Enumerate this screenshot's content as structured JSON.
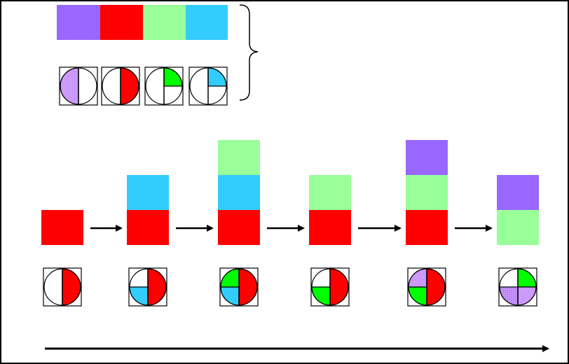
{
  "colors": {
    "purple": "#9966ff",
    "red": "#ff0000",
    "green": "#99ff99",
    "cyan": "#33ccff",
    "light_purple": "#cc99ff",
    "bright_green": "#00ff00",
    "white": "#ffffff",
    "black": "#000000"
  },
  "legend": {
    "swatches": [
      "purple",
      "red",
      "green",
      "cyan"
    ],
    "pies": [
      {
        "slices": [
          {
            "sector": "left-half",
            "color": "light_purple"
          }
        ]
      },
      {
        "slices": [
          {
            "sector": "right-half",
            "color": "red"
          }
        ]
      },
      {
        "slices": [
          {
            "sector": "top-right-quarter",
            "color": "bright_green"
          }
        ]
      },
      {
        "slices": [
          {
            "sector": "top-right-quarter",
            "color": "cyan"
          }
        ]
      }
    ]
  },
  "sequence": [
    {
      "stack": [
        "red"
      ],
      "pie": [
        {
          "sector": "right-half",
          "color": "red"
        }
      ]
    },
    {
      "stack": [
        "red",
        "cyan"
      ],
      "pie": [
        {
          "sector": "right-half",
          "color": "red"
        },
        {
          "sector": "bottom-left-quarter",
          "color": "cyan"
        }
      ]
    },
    {
      "stack": [
        "red",
        "cyan",
        "green"
      ],
      "pie": [
        {
          "sector": "right-half",
          "color": "red"
        },
        {
          "sector": "bottom-left-quarter",
          "color": "cyan"
        },
        {
          "sector": "top-left-quarter",
          "color": "bright_green"
        }
      ]
    },
    {
      "stack": [
        "red",
        "green"
      ],
      "pie": [
        {
          "sector": "right-half",
          "color": "red"
        },
        {
          "sector": "bottom-left-quarter",
          "color": "bright_green"
        }
      ]
    },
    {
      "stack": [
        "red",
        "green",
        "purple"
      ],
      "pie": [
        {
          "sector": "right-half",
          "color": "red"
        },
        {
          "sector": "bottom-left-quarter",
          "color": "bright_green"
        },
        {
          "sector": "top-left-quarter",
          "color": "light_purple"
        }
      ]
    },
    {
      "stack": [
        "green",
        "purple"
      ],
      "pie": [
        {
          "sector": "top-right-quarter",
          "color": "bright_green"
        },
        {
          "sector": "bottom-right-quarter",
          "color": "light_purple"
        },
        {
          "sector": "bottom-left-quarter",
          "color": "light_purple",
          "pattern": "dotted"
        }
      ]
    }
  ]
}
